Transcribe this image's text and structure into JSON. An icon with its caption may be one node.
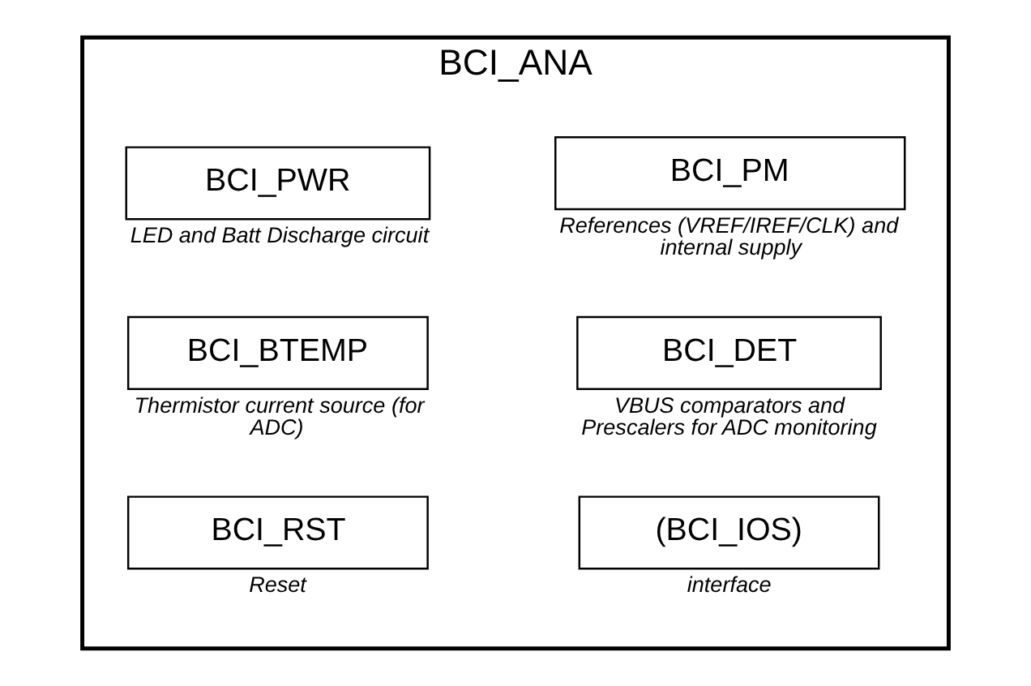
{
  "diagram": {
    "nodes": [
      {
        "text": [
          "BCI_ANA"
        ]
      },
      {
        "text": [
          "BCI_PM"
        ],
        "in": 0,
        "beside": [
          "References (VREF/IREF/CLK) and internal supply"
        ]
      },
      {
        "text": [
          "BCI_PWR"
        ],
        "in": 0,
        "beside": [
          "LED and Batt Discharge circuit"
        ]
      },
      {
        "text": [
          "BCI_DET"
        ],
        "in": 0,
        "beside": [
          "VBUS comparators and Prescalers for ADC monitoring"
        ]
      },
      {
        "text": [
          "BCI_BTEMP"
        ],
        "in": 0,
        "beside": [
          "Thermistor current source (for ADC)"
        ]
      },
      {
        "text": [
          "(BCI_IOS)"
        ],
        "in": 0,
        "beside": [
          "interface"
        ]
      },
      {
        "text": [
          "BCI_RST"
        ],
        "in": 0,
        "beside": [
          "Reset"
        ]
      }
    ],
    "edges": []
  }
}
